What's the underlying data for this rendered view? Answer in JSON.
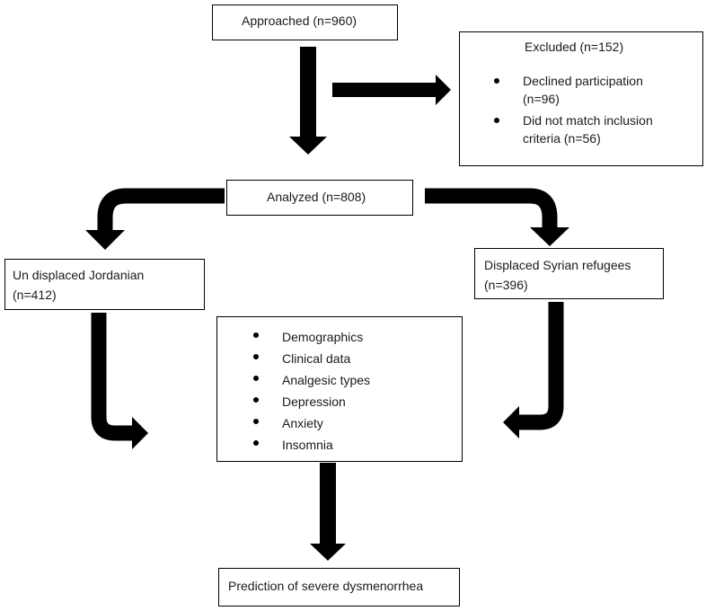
{
  "approached": {
    "label": "Approached (n=960)"
  },
  "excluded": {
    "title": "Excluded (n=152)",
    "items": [
      {
        "line1": "Declined participation",
        "line2": "(n=96)"
      },
      {
        "line1": "Did not match inclusion",
        "line2": "criteria (n=56)"
      }
    ]
  },
  "analyzed": {
    "label": "Analyzed (n=808)"
  },
  "jordanian": {
    "line1": "Un displaced Jordanian",
    "line2": "(n=412)"
  },
  "syrian": {
    "line1": "Displaced Syrian refugees",
    "line2": "(n=396)"
  },
  "factors": {
    "items": [
      "Demographics",
      "Clinical data",
      "Analgesic types",
      "Depression",
      "Anxiety",
      "Insomnia"
    ]
  },
  "outcome": {
    "label": "Prediction of severe dysmenorrhea"
  }
}
